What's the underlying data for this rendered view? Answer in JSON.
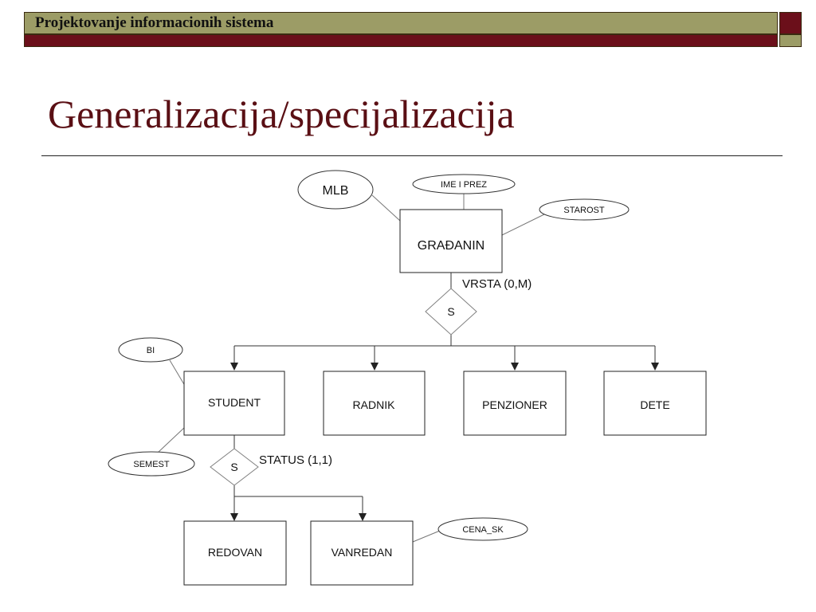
{
  "header": {
    "title": "Projektovanje informacionih sistema"
  },
  "slide": {
    "title": "Generalizacija/specijalizacija"
  },
  "diagram": {
    "entities": {
      "gradjanin": "GRAĐANIN",
      "student": "STUDENT",
      "radnik": "RADNIK",
      "penzioner": "PENZIONER",
      "dete": "DETE",
      "redovan": "REDOVAN",
      "vanredan": "VANREDAN"
    },
    "attributes": {
      "mlb": "MLB",
      "ime_prez": "IME I PREZ",
      "starost": "STAROST",
      "bi": "BI",
      "semest": "SEMEST",
      "cena_sk": "CENA_SK"
    },
    "specializations": {
      "s1_symbol": "S",
      "s1_label": "VRSTA (0,M)",
      "s2_symbol": "S",
      "s2_label": "STATUS (1,1)"
    },
    "colors": {
      "line": "#333333",
      "diamond_border": "#808080",
      "title": "#5a0f14",
      "header_olive": "#9c9c66",
      "header_red": "#6b0f1a"
    }
  }
}
